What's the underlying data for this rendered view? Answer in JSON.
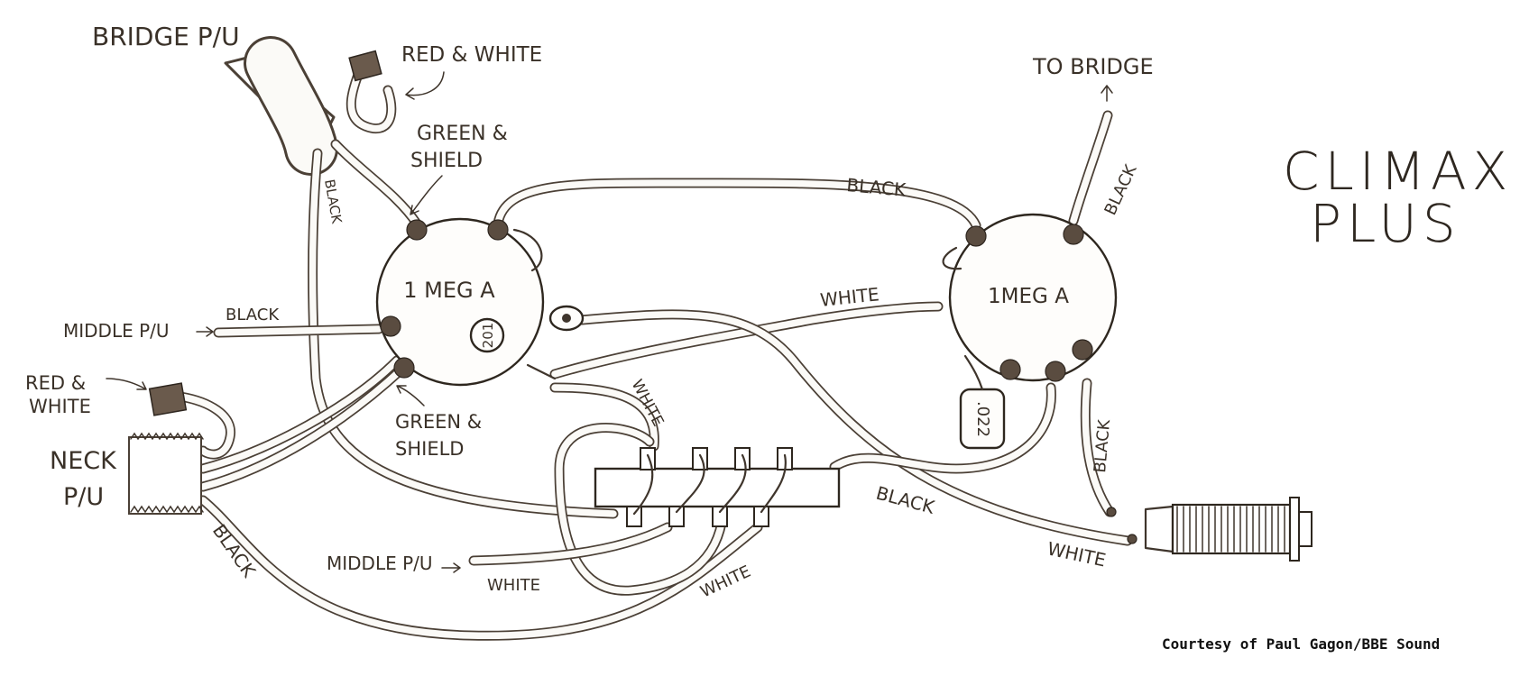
{
  "title": {
    "line1": "CLIMAX",
    "line2": "PLUS"
  },
  "credit": "Courtesy of Paul Gagon/BBE Sound",
  "components": {
    "pot_left": "1 MEG A",
    "pot_right": "1MEG A",
    "cap_left": "201",
    "cap_right": ".022"
  },
  "labels": {
    "bridge_pu": "BRIDGE P/U",
    "red_white_top": "RED & WHITE",
    "green_shield_top_1": "GREEN &",
    "green_shield_top_2": "SHIELD",
    "black_bridge_vertical": "BLACK",
    "to_bridge": "TO BRIDGE",
    "black_to_bridge": "BLACK",
    "black_top_wire": "BLACK",
    "white_top_wire": "WHITE",
    "middle_pu_top": "MIDDLE P/U",
    "black_middle_top": "BLACK",
    "red_white_left_1": "RED &",
    "red_white_left_2": "WHITE",
    "neck_pu_1": "NECK",
    "neck_pu_2": "P/U",
    "green_shield_lower_1": "GREEN &",
    "green_shield_lower_2": "SHIELD",
    "white_to_switch": "WHITE",
    "black_jack_vertical": "BLACK",
    "black_to_jack": "BLACK",
    "white_to_jack": "WHITE",
    "black_neck_wire": "BLACK",
    "middle_pu_bottom": "MIDDLE P/U",
    "white_bottom": "WHITE",
    "white_bottom_right": "WHITE"
  },
  "colors": {
    "ink": "#3f352c",
    "paper": "#ffffff"
  }
}
